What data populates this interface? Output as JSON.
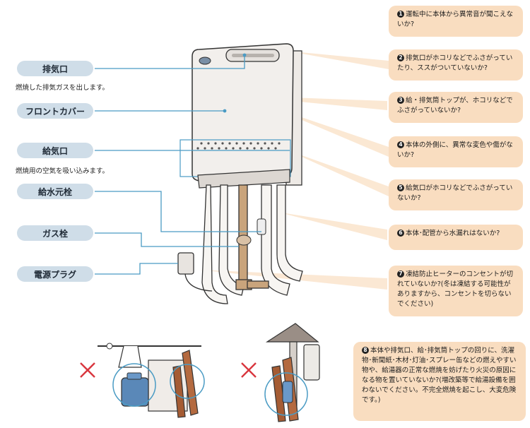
{
  "labels": {
    "exhaust": "排気口",
    "exhaust_desc": "燃焼した排気ガスを出します。",
    "front_cover": "フロントカバー",
    "intake": "給気口",
    "intake_desc": "燃焼用の空気を吸い込みます。",
    "water_valve": "給水元栓",
    "gas_valve": "ガス栓",
    "power_plug": "電源プラグ"
  },
  "notes": [
    {
      "num": "1",
      "text": "運転中に本体から異常音が聞こえないか?"
    },
    {
      "num": "2",
      "text": "排気口がホコリなどでふさがっていたり、ススがついていないか?"
    },
    {
      "num": "3",
      "text": "給・排気筒トップが、ホコリなどでふさがっていないか?"
    },
    {
      "num": "4",
      "text": "本体の外側に、異常な変色や傷がないか?"
    },
    {
      "num": "5",
      "text": "給気口がホコリなどでふさがっていないか?"
    },
    {
      "num": "6",
      "text": "本体･配管から水漏れはないか?"
    },
    {
      "num": "7",
      "text": "凍結防止ヒーターのコンセントが切れていないか?(冬は凍結する可能性がありますから、コンセントを切らないでください)"
    },
    {
      "num": "8",
      "text": "本体や排気口、給･排気筒トップの回りに、洗濯物･新聞紙･木材･灯油･スプレー缶などの燃えやすい物や、給湯器の正常な燃焼を妨げたり火災の原因になる物を置いていないか?(増改築等で給湯設備を囲わないでください。不完全燃焼を起こし、大変危険です。)"
    }
  ],
  "colors": {
    "label_bg": "#cfdde8",
    "note_bg": "#f9ddc0",
    "leader_line": "#4a9bc4",
    "cross_mark": "#d9363e"
  }
}
